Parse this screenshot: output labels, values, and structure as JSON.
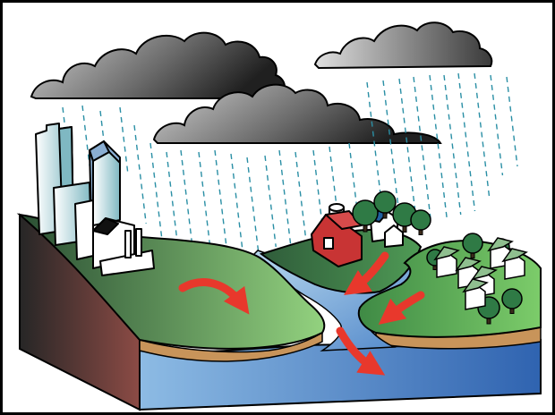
{
  "diagram": {
    "labels": [],
    "colors": {
      "sky_cloud_dark": "#2b2b2b",
      "sky_cloud_light": "#bdbdbd",
      "rain": "#2a8fa5",
      "water": "#4f86c9",
      "water_light": "#9cc3e6",
      "land_dark": "#2d5a3a",
      "land_light": "#8fcf7a",
      "soil": "#c8945a",
      "cliff_dark": "#2e2e2e",
      "cliff_red": "#8a4a46",
      "arrow": "#e8382c",
      "barn": "#c83434",
      "building": "#7fb8c2",
      "house_roof": "#1f5fa0"
    },
    "arrows": [
      {
        "from": "city",
        "to": "river"
      },
      {
        "from": "farm",
        "to": "river"
      },
      {
        "from": "village",
        "to": "river"
      },
      {
        "from": "river",
        "to": "downstream"
      }
    ]
  }
}
